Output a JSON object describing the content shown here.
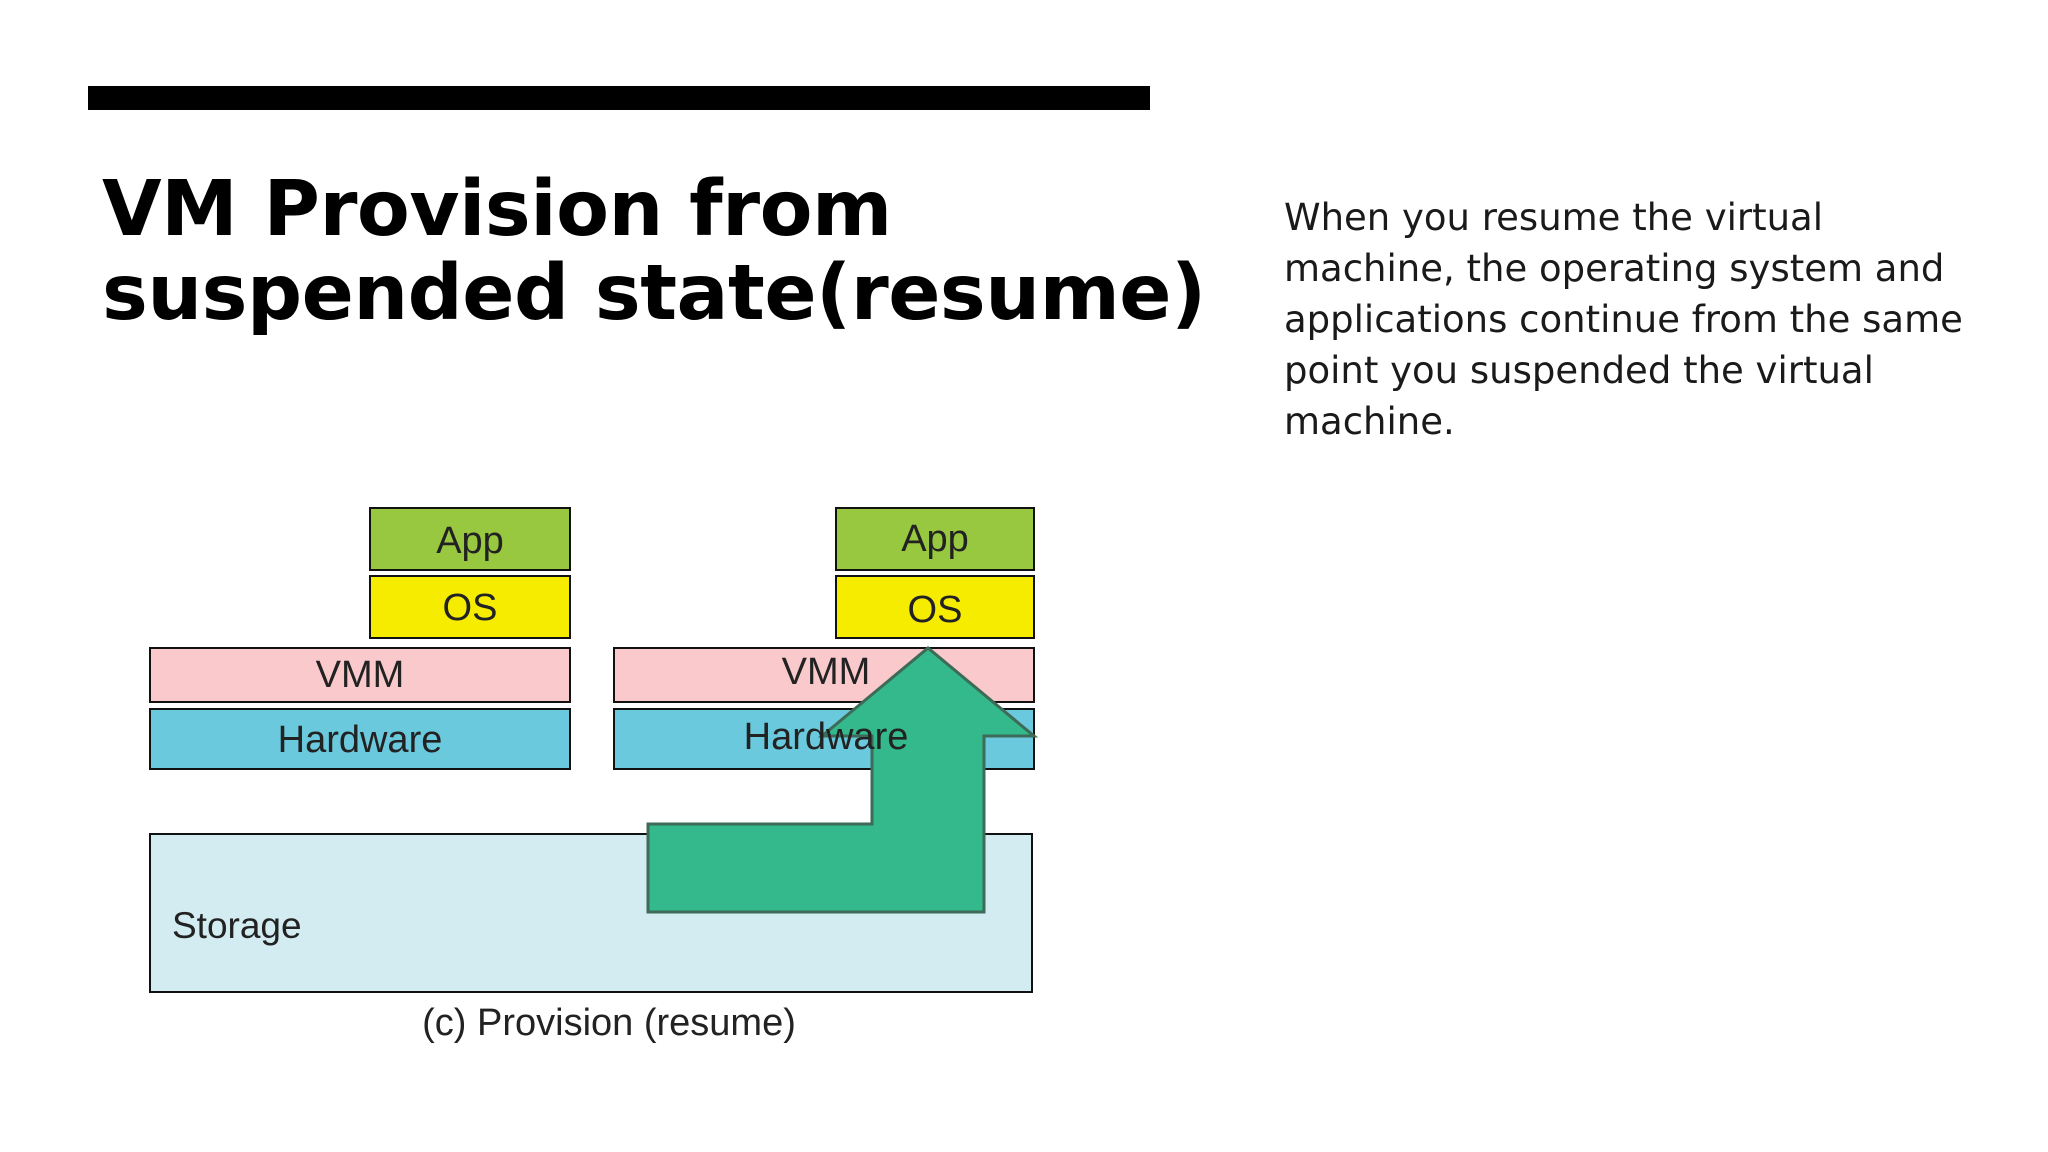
{
  "slide": {
    "title_line1": "VM Provision from",
    "title_line2": "suspended state(resume)",
    "body_lines": [
      "When you resume the virtual",
      "machine, the operating system and",
      "applications continue from the same",
      "point you suspended the virtual",
      "machine."
    ]
  },
  "diagram": {
    "left_stack": {
      "app": "App",
      "os": "OS",
      "vmm": "VMM",
      "hardware": "Hardware"
    },
    "right_stack": {
      "app": "App",
      "os": "OS",
      "vmm": "VMM",
      "hardware": "Hardware"
    },
    "storage": "Storage",
    "caption": "(c) Provision (resume)",
    "colors": {
      "app": "#97c83f",
      "os": "#f6ec00",
      "vmm": "#f9c9cb",
      "hardware": "#6ac9dc",
      "storage": "#d3ecf2",
      "arrow": "#33b98b",
      "outline": "#111111"
    }
  }
}
